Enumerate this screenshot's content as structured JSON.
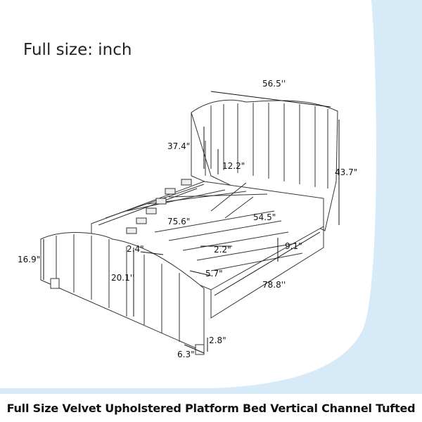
{
  "heading": "Full size: inch",
  "dimensions": {
    "width_total": "56.5''",
    "headboard_height_upper": "37.4\"",
    "headboard_panel": "12.2\"",
    "total_height": "43.7\"",
    "inner_length": "75.6\"",
    "inner_width": "54.5\"",
    "rail_height": "9.1\"",
    "slat_gap": "2.4\"",
    "slat_spacing": "2.2\"",
    "slat_width": "5.7\"",
    "footboard_height": "16.9\"",
    "leg_to_top": "20.1''",
    "total_length": "78.8''",
    "leg_height": "2.8\"",
    "leg_width": "6.3\""
  },
  "caption": "Full Size Velvet Upholstered Platform Bed Vertical Channel Tufted",
  "colors": {
    "background_blue": "#d6eaf8",
    "panel_white": "#ffffff",
    "line": "#333333"
  }
}
